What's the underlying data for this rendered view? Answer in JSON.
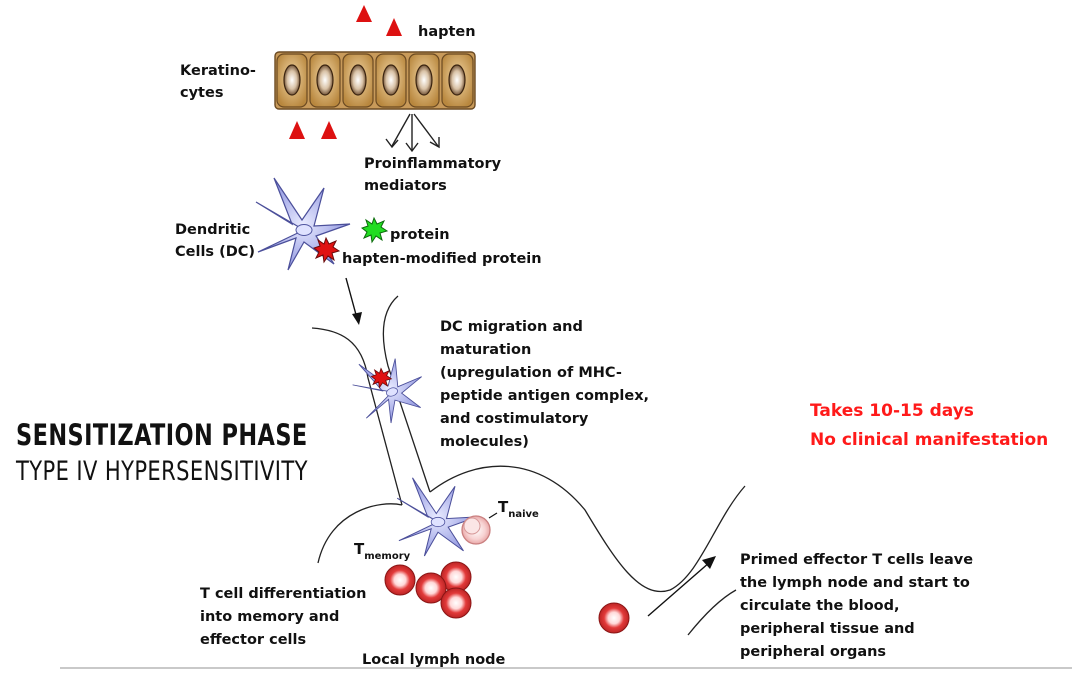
{
  "title": {
    "line1": "SENSITIZATION PHASE",
    "line2": "TYPE IV HYPERSENSITIVITY"
  },
  "labels": {
    "hapten": "hapten",
    "keratinocytes_l1": "Keratino-",
    "keratinocytes_l2": "cytes",
    "proinflammatory_l1": "Proinflammatory",
    "proinflammatory_l2": "mediators",
    "dendritic_l1": "Dendritic",
    "dendritic_l2": "Cells (DC)",
    "protein": "protein",
    "hapten_modified": "hapten-modified protein",
    "dc_migration": [
      "DC migration and",
      "maturation",
      "(upregulation of MHC-",
      "peptide antigen complex,",
      "and costimulatory",
      "molecules)"
    ],
    "t_naive_main": "T",
    "t_naive_sub": "naive",
    "t_memory_main": "T",
    "t_memory_sub": "memory",
    "t_diff": [
      "T cell differentiation",
      "into memory and",
      "effector cells"
    ],
    "lymph_node": "Local lymph node",
    "primed": [
      "Primed effector T cells leave",
      "the lymph node and start to",
      "circulate the blood,",
      "peripheral tissue and",
      "peripheral organs"
    ]
  },
  "highlight": {
    "line1": "Takes 10-15 days",
    "line2": "No clinical manifestation"
  },
  "colors": {
    "highlight": "#ff1a1a",
    "hapten": "#dd1111",
    "keratinocyte": "#c89a5a",
    "dendritic_cell": "#9da3ea",
    "protein": "#22dd22",
    "t_cell": "#e23a3a",
    "t_naive": "#f2b3b3"
  }
}
